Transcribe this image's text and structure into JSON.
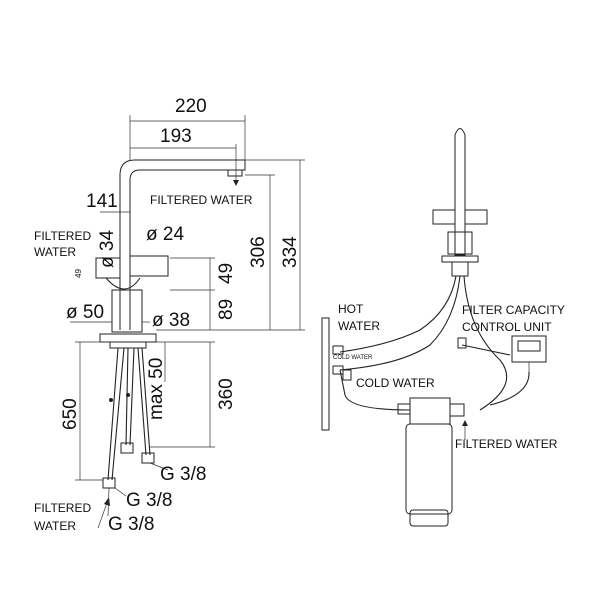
{
  "dimensions": {
    "d220": "220",
    "d193": "193",
    "d141": "141",
    "d306": "306",
    "d334": "334",
    "d34": "ø 34",
    "d24": "ø 24",
    "d49small": "49",
    "d49": "49",
    "d89": "89",
    "d50": "ø 50",
    "d38": "ø 38",
    "d650": "650",
    "dmax50": "max 50",
    "d360": "360",
    "g38a": "G 3/8",
    "g38b": "G 3/8",
    "g38c": "G 3/8"
  },
  "labels": {
    "filtered_water_top": "FILTERED WATER",
    "filtered_water_left_1": "FILTERED",
    "filtered_water_left_2": "WATER",
    "filtered_water_bottom_1": "FILTERED",
    "filtered_water_bottom_2": "WATER",
    "hot_water_1": "HOT",
    "hot_water_2": "WATER",
    "filter_capacity_1": "FILTER CAPACITY",
    "filter_capacity_2": "CONTROL UNIT",
    "cold_water_small": "COLD WATER",
    "cold_water": "COLD WATER",
    "filtered_water_right": "FILTERED WATER"
  }
}
